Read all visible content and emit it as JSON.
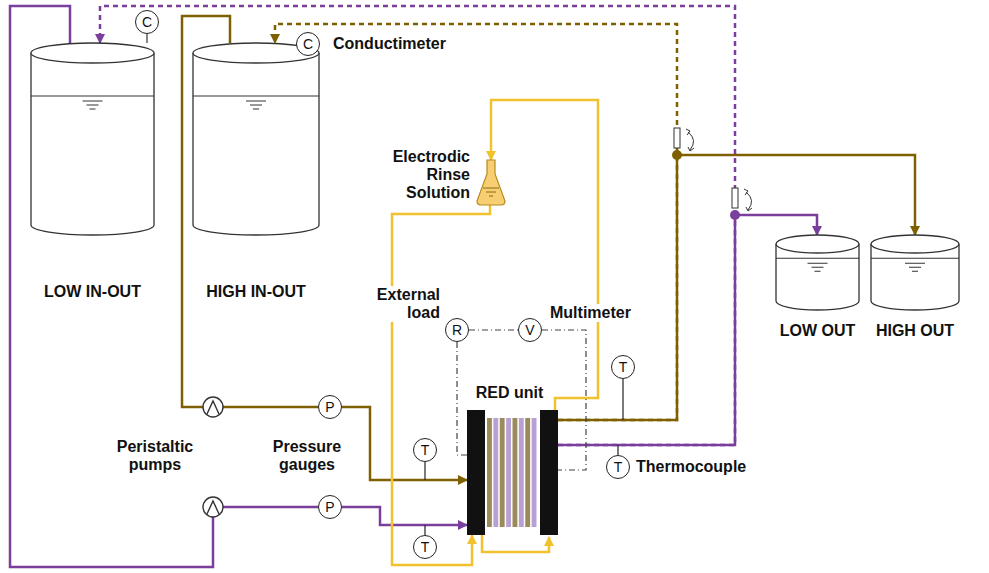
{
  "diagram": {
    "nodes": [
      {
        "text": [
          "LOW IN-OUT"
        ]
      },
      {
        "text": [
          "C"
        ]
      },
      {
        "text": [
          "HIGH IN-OUT"
        ]
      },
      {
        "text": [
          "C"
        ]
      },
      {
        "text": [
          "Electrodic Rinse Solution"
        ]
      },
      {
        "text": [
          "R"
        ]
      },
      {
        "text": [
          "V"
        ]
      },
      {
        "text": [
          "T"
        ]
      },
      {
        "text": [
          "RED unit"
        ]
      },
      {
        "text": [
          "P"
        ]
      },
      {
        "text": [
          "T"
        ]
      },
      {
        "text": [
          "T"
        ]
      },
      {
        "text": [
          "P"
        ]
      },
      {
        "text": [
          "T"
        ]
      },
      {
        "text": [
          "LOW OUT"
        ]
      },
      {
        "text": [
          "HIGH OUT"
        ]
      }
    ],
    "edges": [
      {
        "from": 0,
        "to": 12,
        "arrow": "none"
      },
      {
        "from": 12,
        "to": 8,
        "arrow": "to"
      },
      {
        "from": 2,
        "to": 9,
        "arrow": "none"
      },
      {
        "from": 9,
        "to": 8,
        "arrow": "to"
      },
      {
        "from": 8,
        "to": 15,
        "arrow": "to"
      },
      {
        "from": 8,
        "to": 2,
        "arrow": "to"
      },
      {
        "from": 8,
        "to": 14,
        "arrow": "to"
      },
      {
        "from": 8,
        "to": 0,
        "arrow": "to"
      },
      {
        "from": 4,
        "to": 8,
        "arrow": "to"
      },
      {
        "from": 8,
        "to": 4,
        "arrow": "to"
      },
      {
        "from": 5,
        "to": 6,
        "arrow": "none"
      },
      {
        "from": 5,
        "to": 8,
        "arrow": "none"
      },
      {
        "from": 6,
        "to": 8,
        "arrow": "none"
      },
      {
        "from": 1,
        "to": 0,
        "arrow": "none"
      },
      {
        "from": 3,
        "to": 2,
        "arrow": "none"
      }
    ],
    "labels": [
      "Conductimeter",
      "External load",
      "Multimeter",
      "Peristaltic pumps",
      "Pressure gauges",
      "Thermocouple"
    ]
  }
}
